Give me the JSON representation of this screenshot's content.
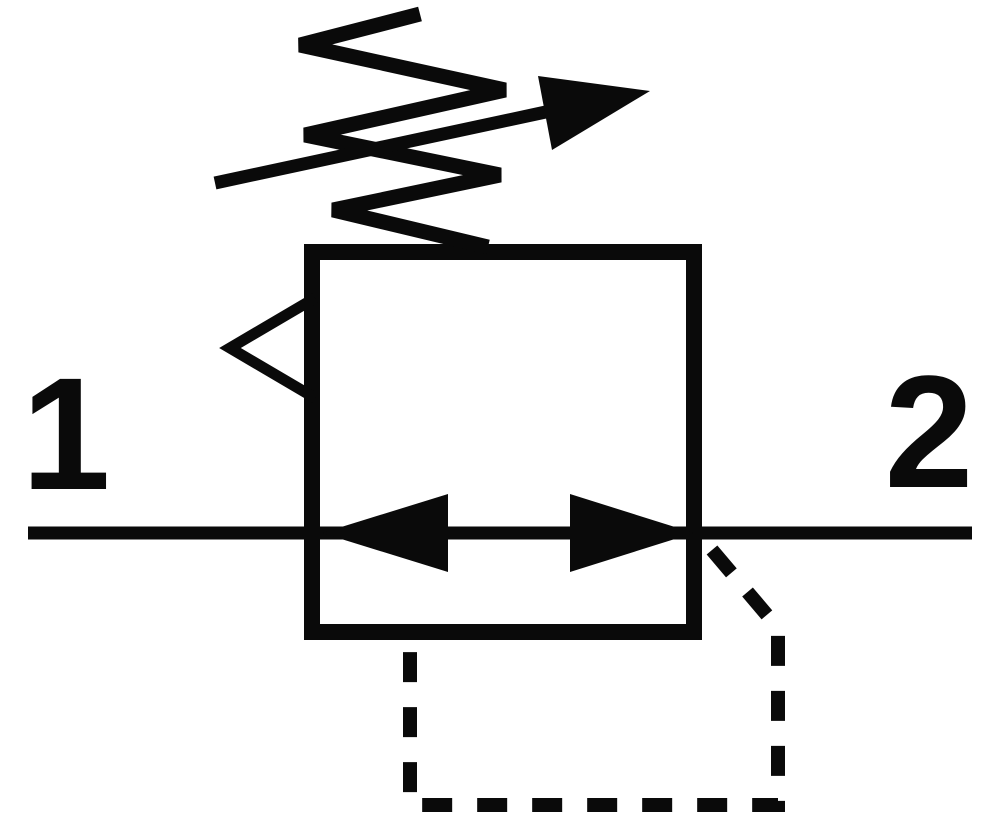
{
  "diagram": {
    "kind": "pneumatic-pressure-regulator-symbol",
    "ports": {
      "left_label": "1",
      "right_label": "2"
    },
    "colors": {
      "line": "#0a0a0a",
      "background": "#ffffff"
    },
    "parts": [
      "adjustment-spring",
      "adjustment-arrow",
      "valve-body",
      "flow-path-arrows",
      "main-flow-line",
      "relief-triangle",
      "pilot-line-dashed"
    ]
  }
}
